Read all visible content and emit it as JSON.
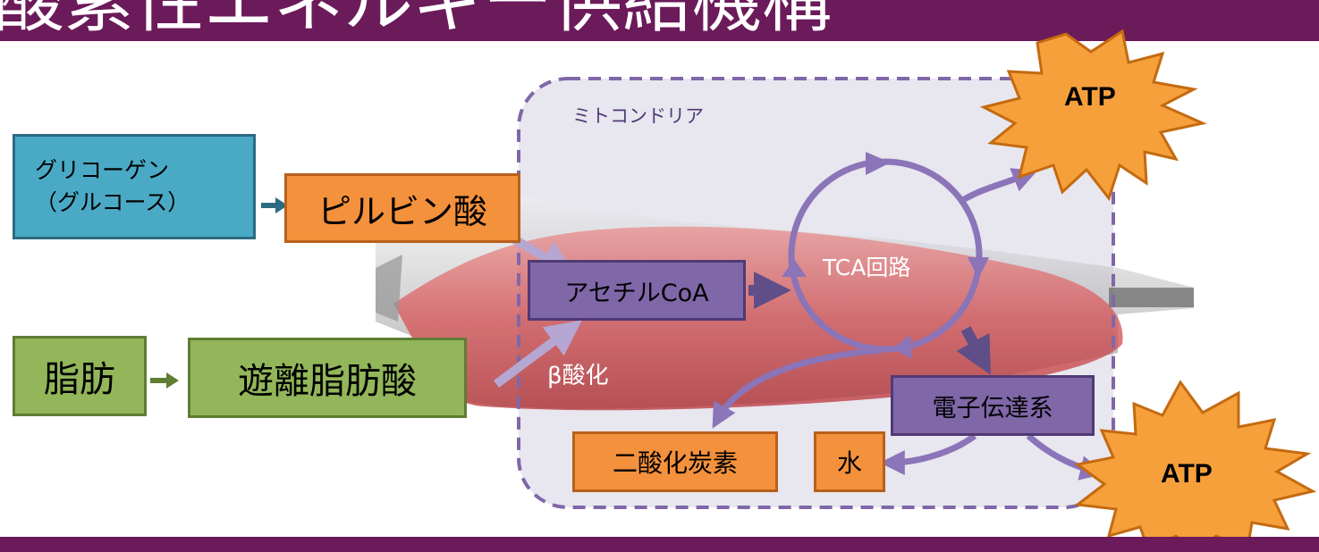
{
  "header": {
    "title": "酸素性エネルギー供給機構"
  },
  "diagram": {
    "mitochondria_label": "ミトコンドリア",
    "glycogen": [
      "グリコーゲン",
      "（グルコース）"
    ],
    "pyruvate": "ピルビン酸",
    "fat": "脂肪",
    "free_fatty_acid": "遊離脂肪酸",
    "acetyl_coa": "アセチルCoA",
    "beta_oxidation": "β酸化",
    "tca_cycle": "TCA回路",
    "electron_transport": "電子伝達系",
    "carbon_dioxide": "二酸化炭素",
    "water": "水",
    "atp_top": "ATP",
    "atp_bottom": "ATP"
  },
  "colors": {
    "header_bg": "#6b1a5a",
    "glycogen_box": "#4aaac6",
    "orange_box": "#f4913c",
    "green_box": "#92b659",
    "purple_box": "#7f67a8",
    "arrow_purple": "#8b74b8",
    "star_orange": "#f6a03c"
  }
}
